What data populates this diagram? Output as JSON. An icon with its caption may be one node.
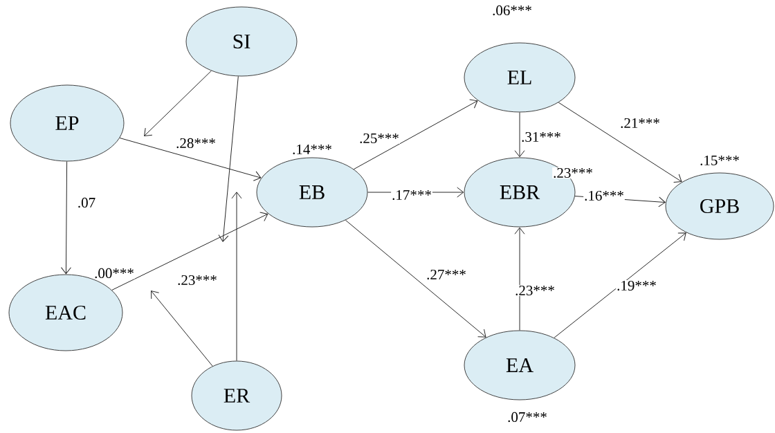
{
  "diagram": {
    "nodes": [
      {
        "text": [
          "SI"
        ]
      },
      {
        "text": [
          "EP"
        ]
      },
      {
        "text": [
          "EL"
        ],
        "beside": [
          ".06***"
        ]
      },
      {
        "text": [
          "EB"
        ],
        "beside": [
          ".14***"
        ]
      },
      {
        "text": [
          "EBR"
        ],
        "beside": [
          ".23***"
        ]
      },
      {
        "text": [
          "GPB"
        ],
        "beside": [
          ".15***"
        ]
      },
      {
        "text": [
          "EAC"
        ],
        "beside": [
          ".00***"
        ]
      },
      {
        "text": [
          "EA"
        ],
        "beside": [
          ".07***"
        ]
      },
      {
        "text": [
          "ER"
        ]
      }
    ],
    "edges": [
      {
        "from": 1,
        "to": 3,
        "arrow": "to",
        "label": ".28***"
      },
      {
        "from": 1,
        "to": 6,
        "arrow": "to",
        "label": ".07"
      },
      {
        "from": 6,
        "to": 3,
        "arrow": "to",
        "label": ".23***"
      },
      {
        "from": 3,
        "to": 2,
        "arrow": "to",
        "label": ".25***"
      },
      {
        "from": 3,
        "to": 4,
        "arrow": "to",
        "label": ".17***"
      },
      {
        "from": 3,
        "to": 7,
        "arrow": "to",
        "label": ".27***"
      },
      {
        "from": 2,
        "to": 4,
        "arrow": "to",
        "label": ".31***"
      },
      {
        "from": 7,
        "to": 4,
        "arrow": "to",
        "label": ".23***"
      },
      {
        "from": 2,
        "to": 5,
        "arrow": "to",
        "label": ".21***"
      },
      {
        "from": 4,
        "to": 5,
        "arrow": "to",
        "label": ".16***"
      },
      {
        "from": 7,
        "to": 5,
        "arrow": "to",
        "label": ".19***"
      },
      {
        "from": 0,
        "to": null,
        "arrow": "to"
      },
      {
        "from": 0,
        "to": null,
        "arrow": "to"
      },
      {
        "from": 8,
        "to": null,
        "arrow": "to"
      },
      {
        "from": 8,
        "to": null,
        "arrow": "to"
      }
    ]
  }
}
